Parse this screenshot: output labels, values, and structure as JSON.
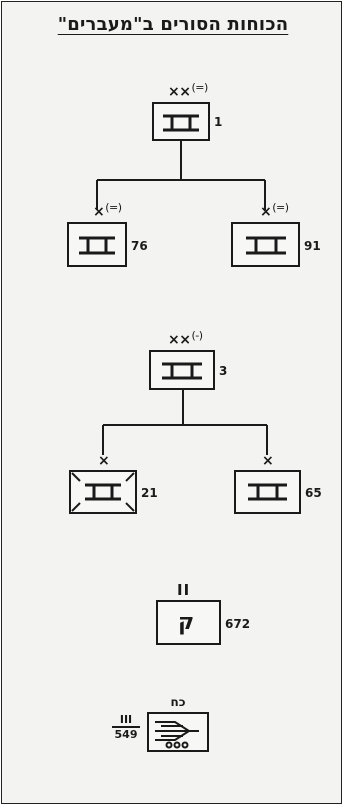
{
  "title": "הכוחות הסורים ב\"מעברים\"",
  "groups": [
    {
      "parent": {
        "echelon": "××",
        "status": "(=)",
        "number": "1"
      },
      "children": [
        {
          "echelon": "×",
          "status": "(=)",
          "number": "76"
        },
        {
          "echelon": "×",
          "status": "(=)",
          "number": "91"
        }
      ]
    },
    {
      "parent": {
        "echelon": "××",
        "status": "(-)",
        "number": "3"
      },
      "children": [
        {
          "echelon": "×",
          "status": "",
          "number": "21"
        },
        {
          "echelon": "×",
          "status": "",
          "number": "65"
        }
      ]
    }
  ],
  "commando": {
    "echelon": "II",
    "letter": "ק",
    "number": "672"
  },
  "artillery": {
    "echelon": "III",
    "number": "549",
    "label": "כח"
  }
}
